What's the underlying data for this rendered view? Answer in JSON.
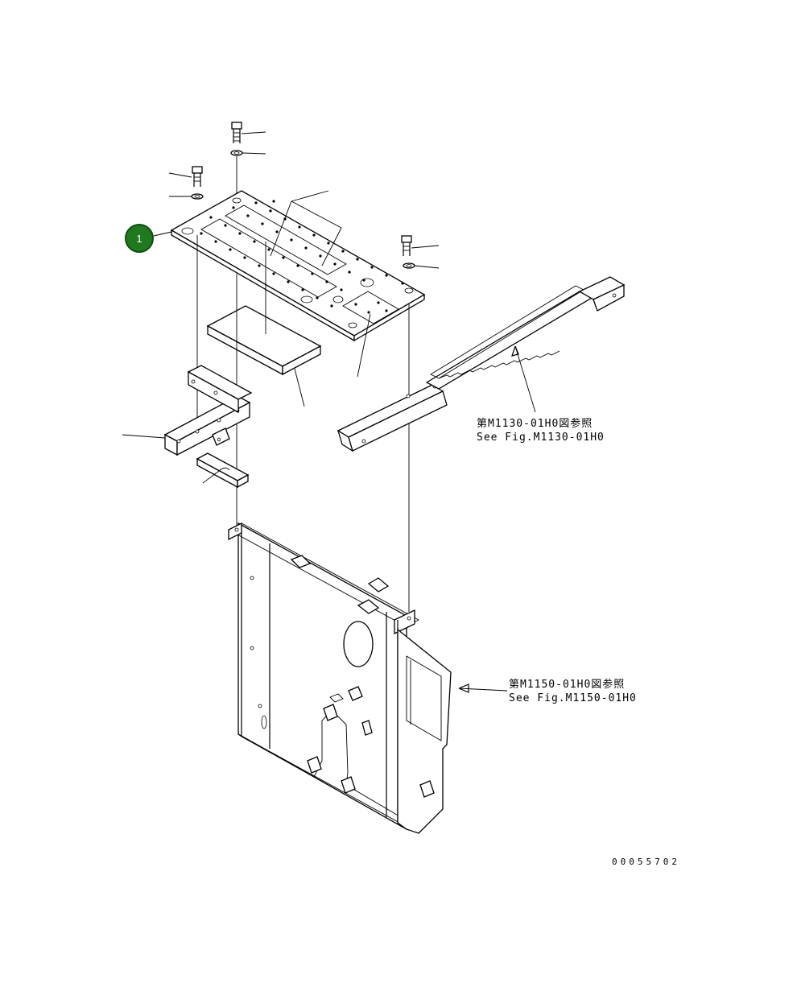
{
  "callouts": {
    "ref_upper": {
      "line1": "第M1130-01H0図参照",
      "line2": "See Fig.M1130-01H0"
    },
    "ref_lower": {
      "line1": "第M1150-01H0図参照",
      "line2": "See Fig.M1150-01H0"
    }
  },
  "part_badge": {
    "label": "1",
    "color": "#1f7a1f"
  },
  "drawing_number": "00055702"
}
